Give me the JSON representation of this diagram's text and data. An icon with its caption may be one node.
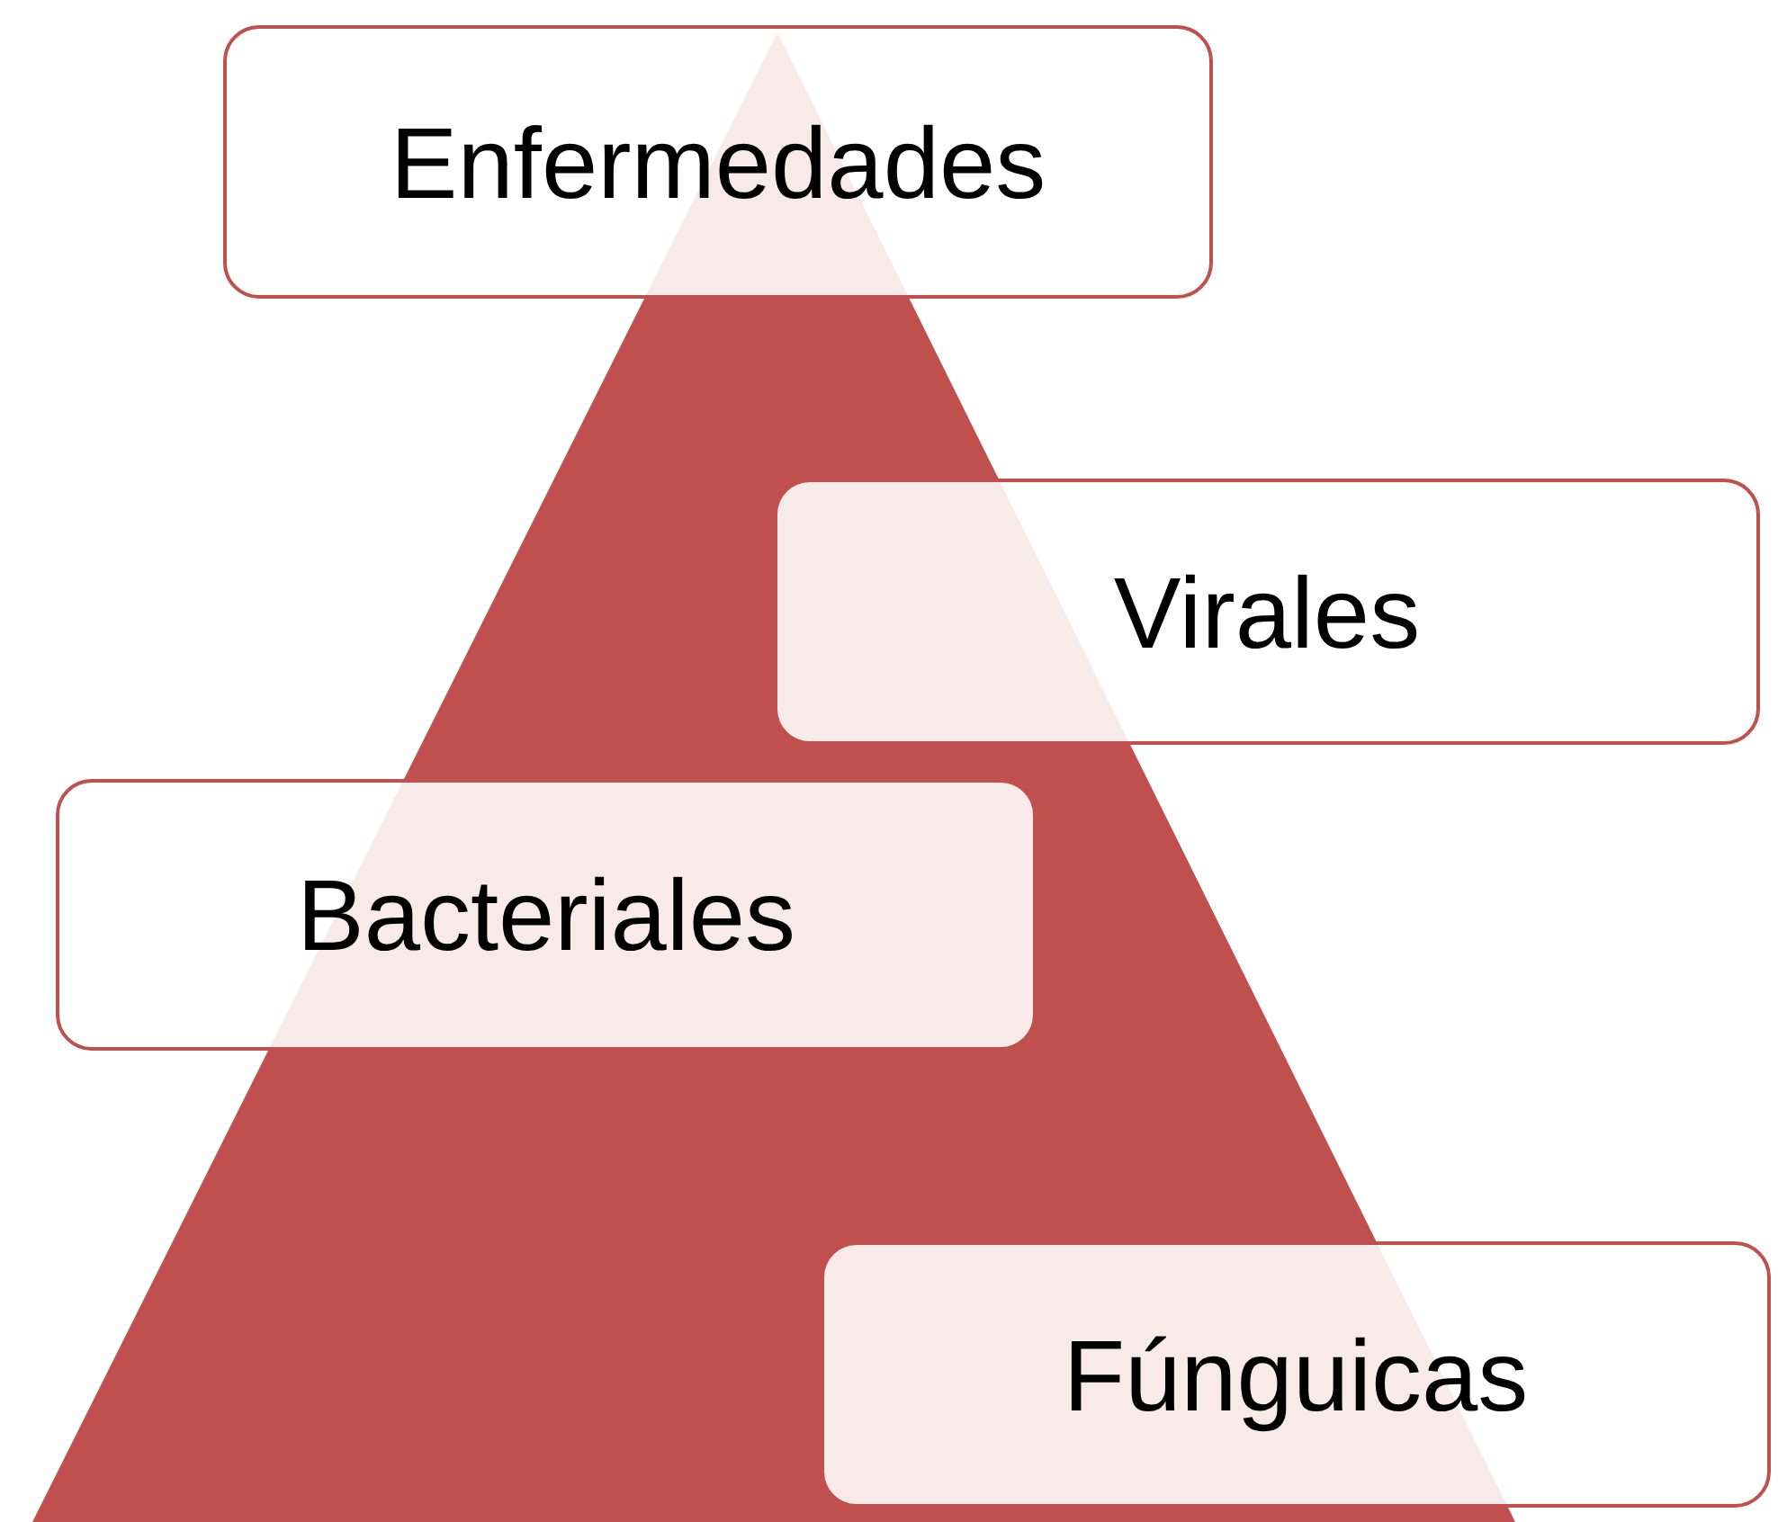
{
  "diagram": {
    "nodes": [
      {
        "text": [
          "Enfermedades"
        ]
      },
      {
        "text": [
          "Virales"
        ]
      },
      {
        "text": [
          "Bacteriales"
        ]
      },
      {
        "text": [
          "Fúnguicas"
        ]
      }
    ]
  }
}
